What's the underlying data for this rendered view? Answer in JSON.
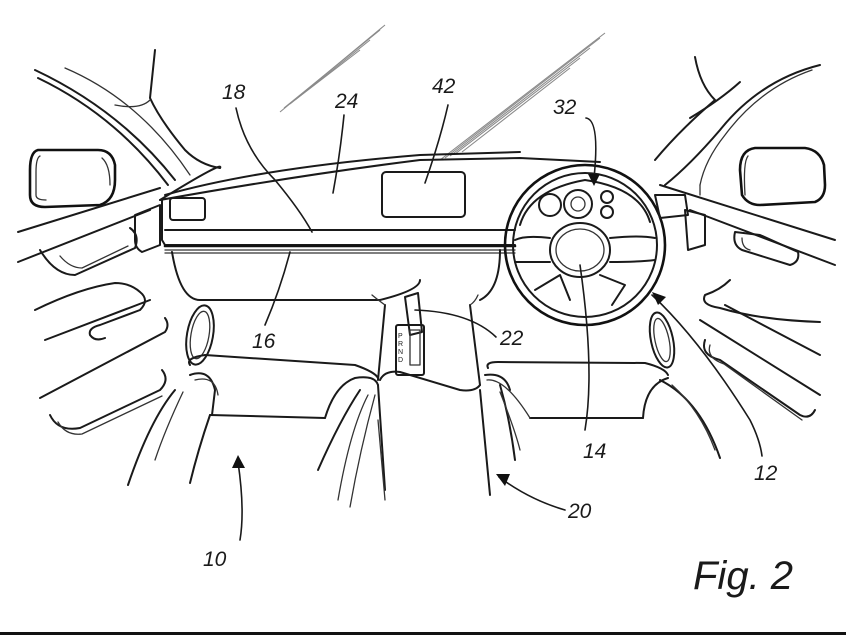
{
  "figure": {
    "caption": "Fig. 2",
    "subject": "vehicle interior, dashboard and front seats",
    "reference_numerals": {
      "r10": "10",
      "r12": "12",
      "r14": "14",
      "r16": "16",
      "r18": "18",
      "r20": "20",
      "r22": "22",
      "r24": "24",
      "r32": "32",
      "r42": "42"
    },
    "shifter_gates": [
      "P",
      "R",
      "N",
      "D"
    ],
    "colors": {
      "line": "#1a1a1a",
      "background": "#ffffff",
      "hatching": "#8a8a8a"
    }
  }
}
